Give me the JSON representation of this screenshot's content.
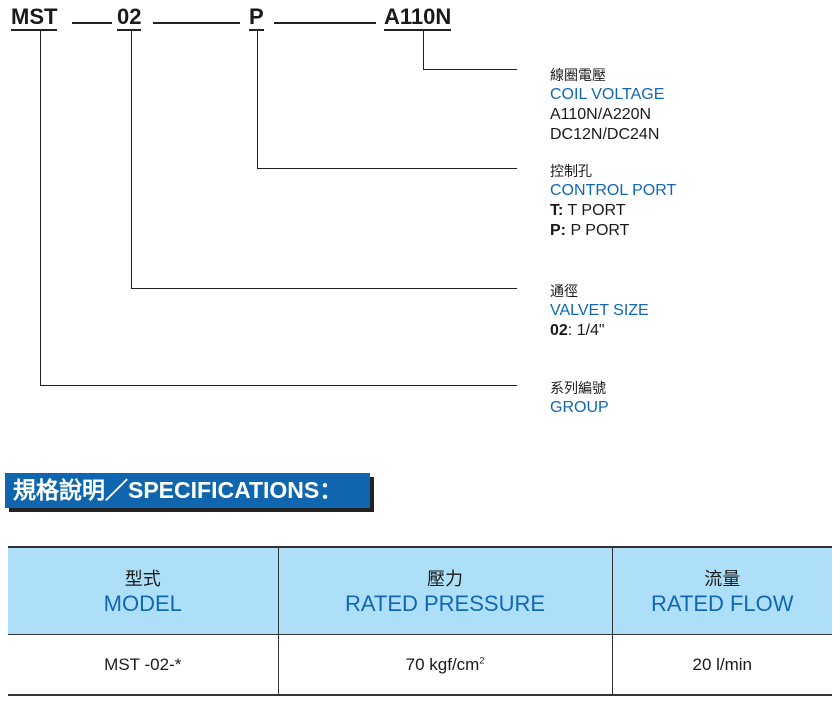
{
  "code": {
    "group": "MST",
    "size": "02",
    "port": "P",
    "voltage": "A110N"
  },
  "legend": {
    "voltage": {
      "cn": "線圈電壓",
      "en": "COIL VOLTAGE",
      "opt1": "A110N/A220N",
      "opt2": "DC12N/DC24N"
    },
    "port": {
      "cn": "控制孔",
      "en": "CONTROL PORT",
      "t_key": "T:",
      "t_val": " T PORT",
      "p_key": "P:",
      "p_val": " P PORT"
    },
    "size": {
      "cn": "通徑",
      "en": "VALVET SIZE",
      "key": "02",
      "val": ": 1/4\""
    },
    "group": {
      "cn": "系列編號",
      "en": "GROUP"
    }
  },
  "banner": "規格說明／SPECIFICATIONS：",
  "table": {
    "headers": [
      {
        "cn": "型式",
        "en": "MODEL"
      },
      {
        "cn": "壓力",
        "en": "RATED PRESSURE"
      },
      {
        "cn": "流量",
        "en": "RATED FLOW"
      }
    ],
    "row": {
      "model": "MST -02-*",
      "pressure": "70 kgf/cm",
      "pressure_sup": "2",
      "flow": "20 l/min"
    }
  }
}
